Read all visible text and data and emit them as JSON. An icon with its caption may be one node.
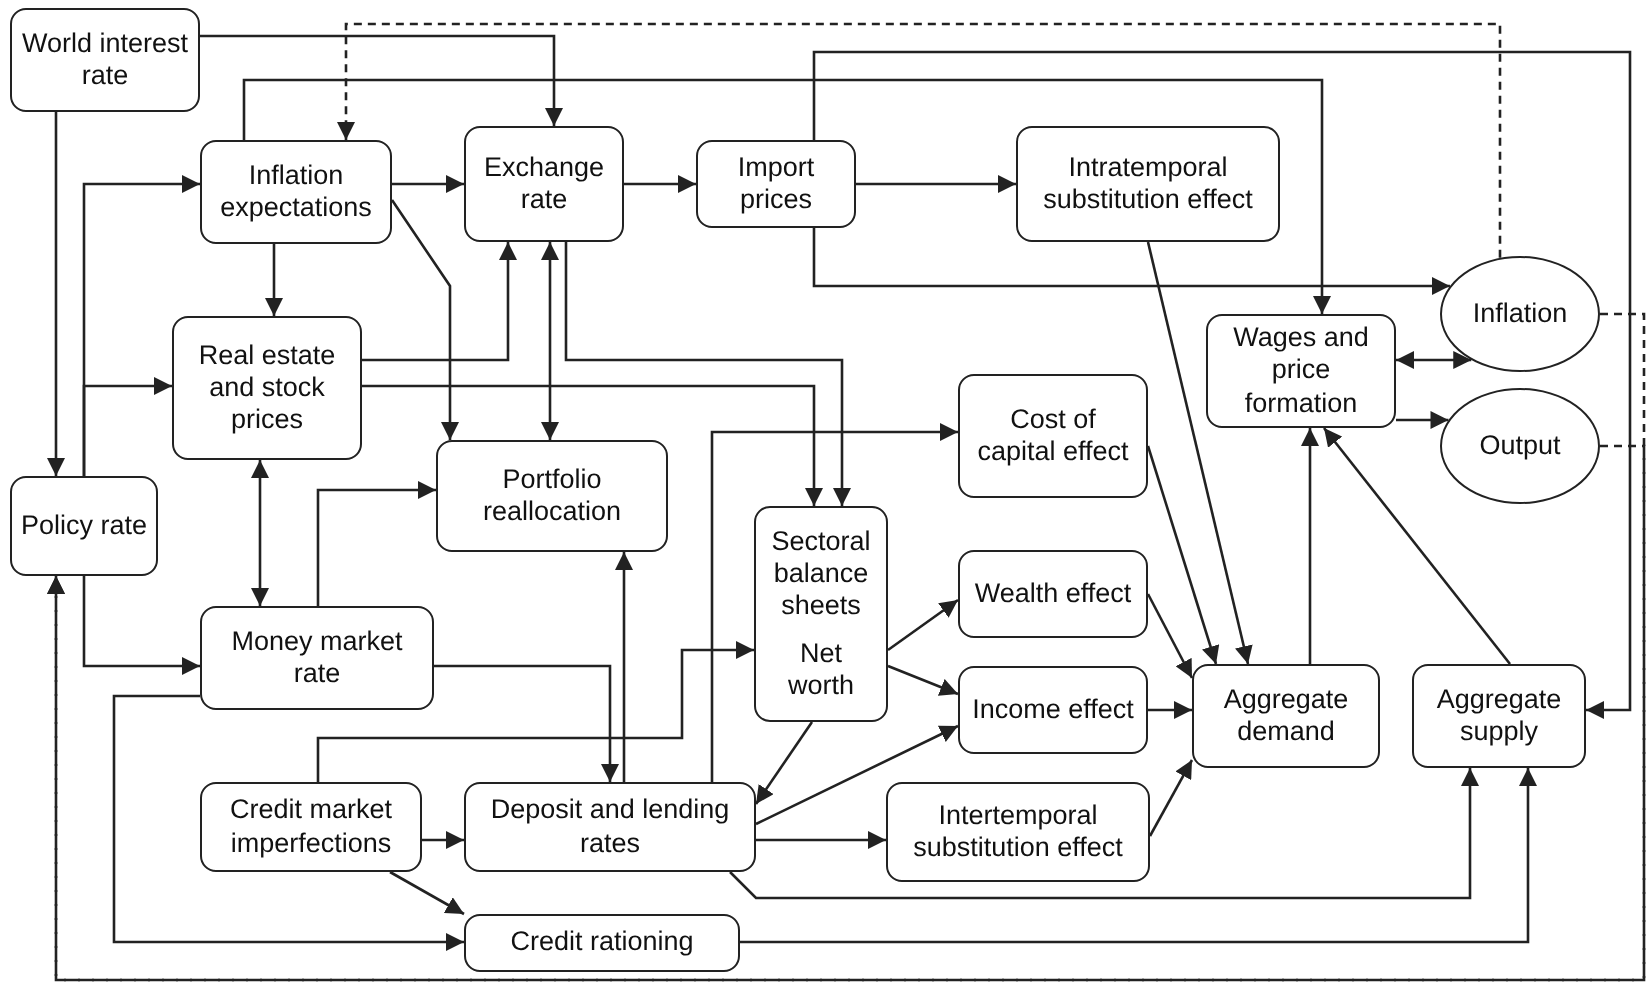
{
  "diagram": {
    "nodes": [
      {
        "text": [
          "World interest rate"
        ]
      },
      {
        "text": [
          "Inflation expectations"
        ]
      },
      {
        "text": [
          "Exchange rate"
        ]
      },
      {
        "text": [
          "Import prices"
        ]
      },
      {
        "text": [
          "Intratemporal substitution effect"
        ]
      },
      {
        "text": [
          "Real estate and stock prices"
        ]
      },
      {
        "text": [
          "Portfolio reallocation"
        ]
      },
      {
        "text": [
          "Policy rate"
        ]
      },
      {
        "text": [
          "Money market rate"
        ]
      },
      {
        "text": [
          "Sectoral balance sheets",
          "Net worth"
        ]
      },
      {
        "text": [
          "Cost of capital effect"
        ]
      },
      {
        "text": [
          "Wealth effect"
        ]
      },
      {
        "text": [
          "Income effect"
        ]
      },
      {
        "text": [
          "Intertemporal substitution effect"
        ]
      },
      {
        "text": [
          "Wages and price formation"
        ]
      },
      {
        "text": [
          "Inflation"
        ]
      },
      {
        "text": [
          "Output"
        ]
      },
      {
        "text": [
          "Aggregate demand"
        ]
      },
      {
        "text": [
          "Aggregate supply"
        ]
      },
      {
        "text": [
          "Credit market imperfections"
        ]
      },
      {
        "text": [
          "Deposit and lending rates"
        ]
      },
      {
        "text": [
          "Credit rationing"
        ]
      }
    ],
    "edges": [
      {
        "from": 0,
        "to": 7,
        "arrow": "to"
      },
      {
        "from": 0,
        "to": 2,
        "arrow": "to"
      },
      {
        "from": 15,
        "to": 1,
        "arrow": "to",
        "style": "dashed"
      },
      {
        "from": 15,
        "to": 7,
        "arrow": "to",
        "style": "dashed"
      },
      {
        "from": 16,
        "to": 7,
        "arrow": "to",
        "style": "dashed"
      },
      {
        "from": 7,
        "to": 1,
        "arrow": "to"
      },
      {
        "from": 7,
        "to": 5,
        "arrow": "to"
      },
      {
        "from": 7,
        "to": 8,
        "arrow": "to"
      },
      {
        "from": 1,
        "to": 2,
        "arrow": "to"
      },
      {
        "from": 1,
        "to": 5,
        "arrow": "to"
      },
      {
        "from": 1,
        "to": 6,
        "arrow": "to"
      },
      {
        "from": 1,
        "to": 14,
        "arrow": "to"
      },
      {
        "from": 2,
        "to": 3,
        "arrow": "to"
      },
      {
        "from": 3,
        "to": 4,
        "arrow": "to"
      },
      {
        "from": 3,
        "to": 18,
        "arrow": "to"
      },
      {
        "from": 3,
        "to": 15,
        "arrow": "to"
      },
      {
        "from": 5,
        "to": 2,
        "arrow": "to"
      },
      {
        "from": 5,
        "to": 9,
        "arrow": "to"
      },
      {
        "from": 2,
        "to": 9,
        "arrow": "to"
      },
      {
        "from": 2,
        "to": 6,
        "arrow": "both"
      },
      {
        "from": 5,
        "to": 8,
        "arrow": "both"
      },
      {
        "from": 8,
        "to": 6,
        "arrow": "to"
      },
      {
        "from": 8,
        "to": 20,
        "arrow": "to"
      },
      {
        "from": 8,
        "to": 21,
        "arrow": "to"
      },
      {
        "from": 20,
        "to": 6,
        "arrow": "to"
      },
      {
        "from": 20,
        "to": 10,
        "arrow": "to"
      },
      {
        "from": 19,
        "to": 9,
        "arrow": "to"
      },
      {
        "from": 19,
        "to": 20,
        "arrow": "to"
      },
      {
        "from": 19,
        "to": 21,
        "arrow": "to"
      },
      {
        "from": 9,
        "to": 20,
        "arrow": "to"
      },
      {
        "from": 9,
        "to": 11,
        "arrow": "to"
      },
      {
        "from": 9,
        "to": 12,
        "arrow": "to"
      },
      {
        "from": 20,
        "to": 12,
        "arrow": "to"
      },
      {
        "from": 20,
        "to": 13,
        "arrow": "to"
      },
      {
        "from": 20,
        "to": 18,
        "arrow": "to"
      },
      {
        "from": 21,
        "to": 18,
        "arrow": "to"
      },
      {
        "from": 10,
        "to": 17,
        "arrow": "to"
      },
      {
        "from": 4,
        "to": 17,
        "arrow": "to"
      },
      {
        "from": 11,
        "to": 17,
        "arrow": "to"
      },
      {
        "from": 12,
        "to": 17,
        "arrow": "to"
      },
      {
        "from": 13,
        "to": 17,
        "arrow": "to"
      },
      {
        "from": 17,
        "to": 14,
        "arrow": "to"
      },
      {
        "from": 18,
        "to": 14,
        "arrow": "to"
      },
      {
        "from": 14,
        "to": 15,
        "arrow": "both"
      },
      {
        "from": 14,
        "to": 16,
        "arrow": "to"
      }
    ]
  }
}
